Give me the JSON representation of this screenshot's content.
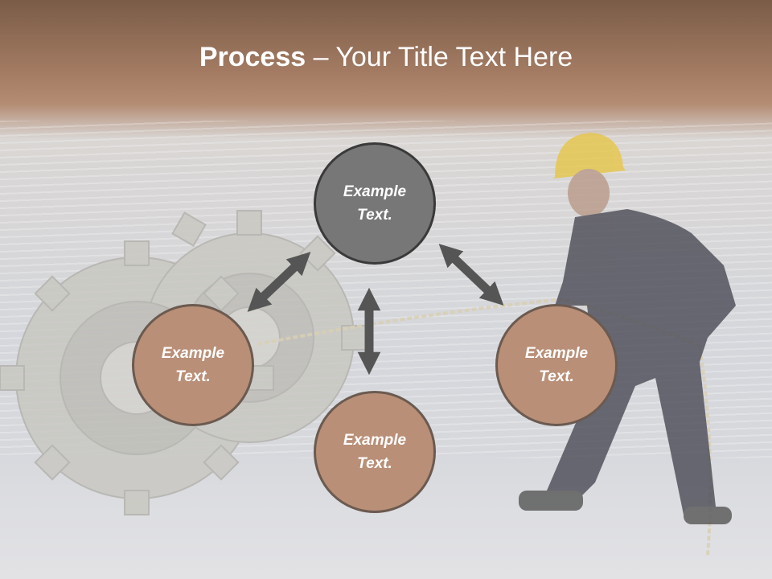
{
  "title": {
    "bold": "Process",
    "rest": " – Your Title Text Here"
  },
  "nodes": {
    "top": {
      "line1": "Example",
      "line2": "Text."
    },
    "left": {
      "line1": "Example",
      "line2": "Text."
    },
    "right": {
      "line1": "Example",
      "line2": "Text."
    },
    "bottom": {
      "line1": "Example",
      "line2": "Text."
    }
  },
  "colors": {
    "header": "#a27a62",
    "node_top": "#777777",
    "node_other": "#b98f77",
    "arrow": "#555555"
  },
  "background": {
    "image_description": "gears-icon and businessman-pulling-rope"
  }
}
